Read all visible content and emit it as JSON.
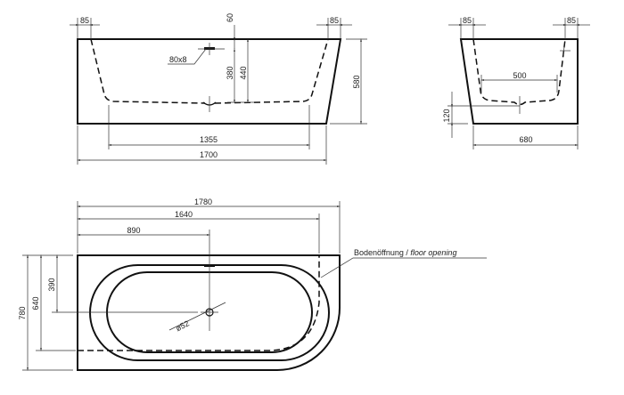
{
  "front_view": {
    "dim_rim_left": "85",
    "dim_rim_right": "85",
    "dim_overflow_from_top": "60",
    "overflow_size": "80x8",
    "dim_overflow_height": "380",
    "dim_inner_depth": "440",
    "dim_total_height": "580",
    "dim_bottom_length": "1355",
    "dim_total_length": "1700"
  },
  "side_view": {
    "dim_rim_left": "85",
    "dim_rim_right": "85",
    "dim_bottom_width": "500",
    "dim_drain_height": "120",
    "dim_total_width": "680"
  },
  "top_view": {
    "dim_total_length": "1780",
    "dim_opening_length": "1640",
    "dim_drain_position": "890",
    "dim_total_width": "780",
    "dim_opening_width": "640",
    "dim_drain_offset": "390",
    "drain_diameter": "ø52",
    "floor_opening_label_de": "Bodenöffnung /",
    "floor_opening_label_en": "floor opening"
  }
}
